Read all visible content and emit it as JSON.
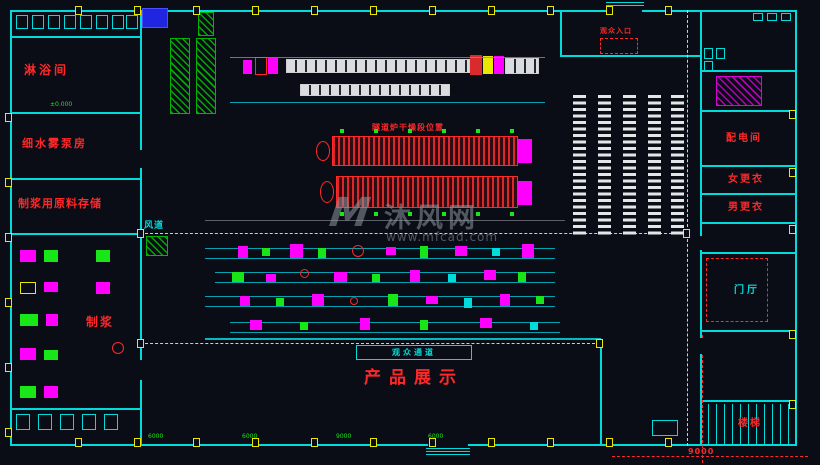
{
  "colors": {
    "background": "#0b0d16",
    "wall": "#00dcdc",
    "grid": "#e8e800",
    "label": "#ff2828",
    "equipment": "#ff00ff",
    "dimension": "#19e619"
  },
  "rooms": [
    {
      "id": "shower",
      "label": "淋浴间"
    },
    {
      "id": "mist-pump-room",
      "label": "细水雾泵房"
    },
    {
      "id": "raw-material-storage",
      "label": "制浆用原料存储"
    },
    {
      "id": "pulping",
      "label": "制浆"
    },
    {
      "id": "air-duct",
      "label": "风道"
    },
    {
      "id": "power-distribution",
      "label": "配电间"
    },
    {
      "id": "women-locker",
      "label": "女更衣"
    },
    {
      "id": "men-locker",
      "label": "男更衣"
    },
    {
      "id": "lobby",
      "label": "门厅"
    },
    {
      "id": "stairs",
      "label": "楼梯"
    },
    {
      "id": "product-exhibition",
      "label": "产品展示"
    }
  ],
  "notes": {
    "dryer": "隧道炉干燥段位置",
    "entrance": "观众入口",
    "channel": "观众通道"
  },
  "watermark": {
    "logo": "M",
    "name": "沐风网",
    "url": "www.mfcad.com"
  },
  "dims": {
    "right_span": "9000",
    "bottom": [
      "6000",
      "6000",
      "9000",
      "6000"
    ],
    "level": "±0.000"
  }
}
